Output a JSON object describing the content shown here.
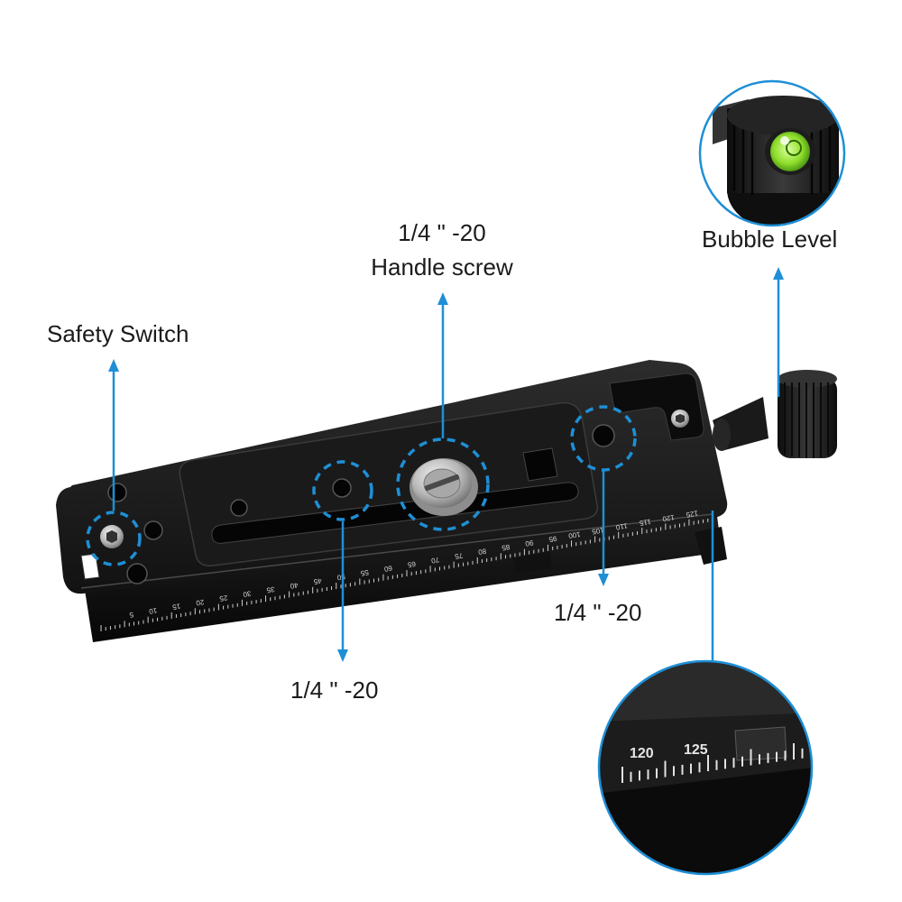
{
  "labels": {
    "handle_screw_line1": "1/4 \" -20",
    "handle_screw_line2": "Handle screw",
    "safety_switch": "Safety Switch",
    "bubble_level": "Bubble Level",
    "thread_right": "1/4 \" -20",
    "thread_bottom": "1/4 \" -20"
  },
  "ruler": {
    "numbers": [
      "5",
      "10",
      "15",
      "20",
      "25",
      "30",
      "35",
      "40",
      "45",
      "50",
      "55",
      "60",
      "65",
      "70",
      "75",
      "80",
      "85",
      "90",
      "95",
      "100",
      "105",
      "110",
      "115",
      "120",
      "125"
    ]
  },
  "zoom_ruler": {
    "numbers": [
      "120",
      "125"
    ]
  },
  "colors": {
    "accent_blue": "#1e8fd6",
    "plate_black": "#161616",
    "bubble_green": "#7ed321"
  },
  "icons": [
    "bubble-level-icon",
    "slotted-screw-icon",
    "hex-socket-screw-icon",
    "knob-icon"
  ]
}
